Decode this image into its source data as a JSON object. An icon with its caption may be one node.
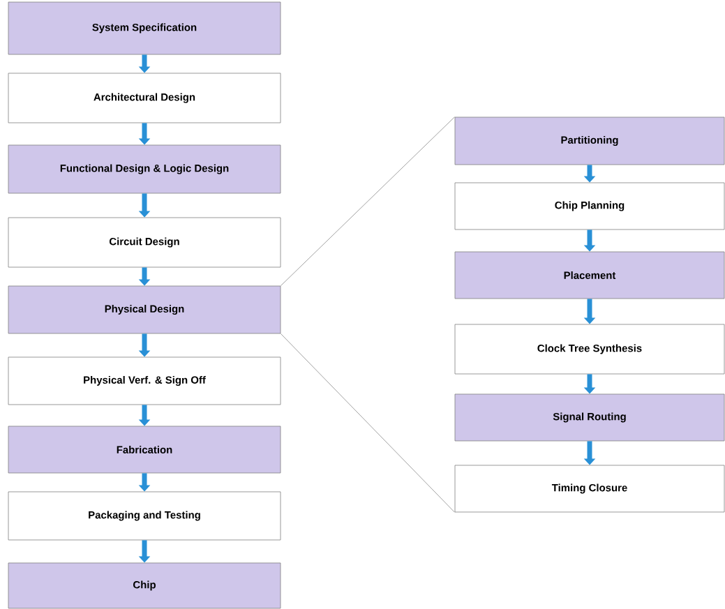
{
  "diagram": {
    "nodes": [
      {
        "text": [
          "System Specification"
        ]
      },
      {
        "text": [
          "Architectural Design"
        ]
      },
      {
        "text": [
          "Functional Design & Logic Design"
        ]
      },
      {
        "text": [
          "Circuit Design"
        ]
      },
      {
        "text": [
          "Physical Design"
        ]
      },
      {
        "text": [
          "Physical Verf. & Sign Off"
        ]
      },
      {
        "text": [
          "Fabrication"
        ]
      },
      {
        "text": [
          "Packaging and Testing"
        ]
      },
      {
        "text": [
          "Chip"
        ]
      },
      {
        "text": [
          "Partitioning"
        ]
      },
      {
        "text": [
          "Chip Planning"
        ]
      },
      {
        "text": [
          "Placement"
        ]
      },
      {
        "text": [
          "Clock Tree Synthesis"
        ]
      },
      {
        "text": [
          "Signal Routing"
        ]
      },
      {
        "text": [
          "Timing Closure"
        ]
      }
    ],
    "edges": [
      {
        "from": 0,
        "to": 1,
        "arrow": "to"
      },
      {
        "from": 1,
        "to": 2,
        "arrow": "to"
      },
      {
        "from": 2,
        "to": 3,
        "arrow": "to"
      },
      {
        "from": 3,
        "to": 4,
        "arrow": "to"
      },
      {
        "from": 4,
        "to": 5,
        "arrow": "to"
      },
      {
        "from": 5,
        "to": 6,
        "arrow": "to"
      },
      {
        "from": 6,
        "to": 7,
        "arrow": "to"
      },
      {
        "from": 7,
        "to": 8,
        "arrow": "to"
      },
      {
        "from": 9,
        "to": 10,
        "arrow": "to"
      },
      {
        "from": 10,
        "to": 11,
        "arrow": "to"
      },
      {
        "from": 11,
        "to": 12,
        "arrow": "to"
      },
      {
        "from": 12,
        "to": 13,
        "arrow": "to"
      },
      {
        "from": 13,
        "to": 14,
        "arrow": "to"
      },
      {
        "from": 4,
        "to": 9,
        "arrow": "none",
        "color": "#8a8a8a"
      },
      {
        "from": 4,
        "to": 14,
        "arrow": "none",
        "color": "#8a8a8a"
      }
    ]
  }
}
